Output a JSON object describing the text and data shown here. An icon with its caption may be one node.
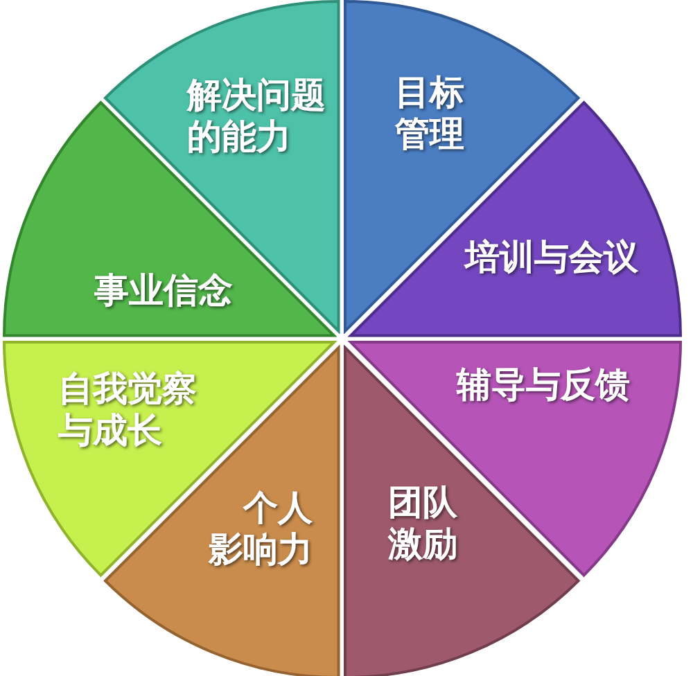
{
  "diagram": {
    "nodes": [
      {
        "text": [
          "目标管理"
        ]
      },
      {
        "text": [
          "培训与会议"
        ]
      },
      {
        "text": [
          "辅导与反馈"
        ]
      },
      {
        "text": [
          "团队激励"
        ]
      },
      {
        "text": [
          "个人影响力"
        ]
      },
      {
        "text": [
          "自我觉察与成长"
        ]
      },
      {
        "text": [
          "事业信念"
        ]
      },
      {
        "text": [
          "解决问题的能力"
        ]
      }
    ]
  }
}
